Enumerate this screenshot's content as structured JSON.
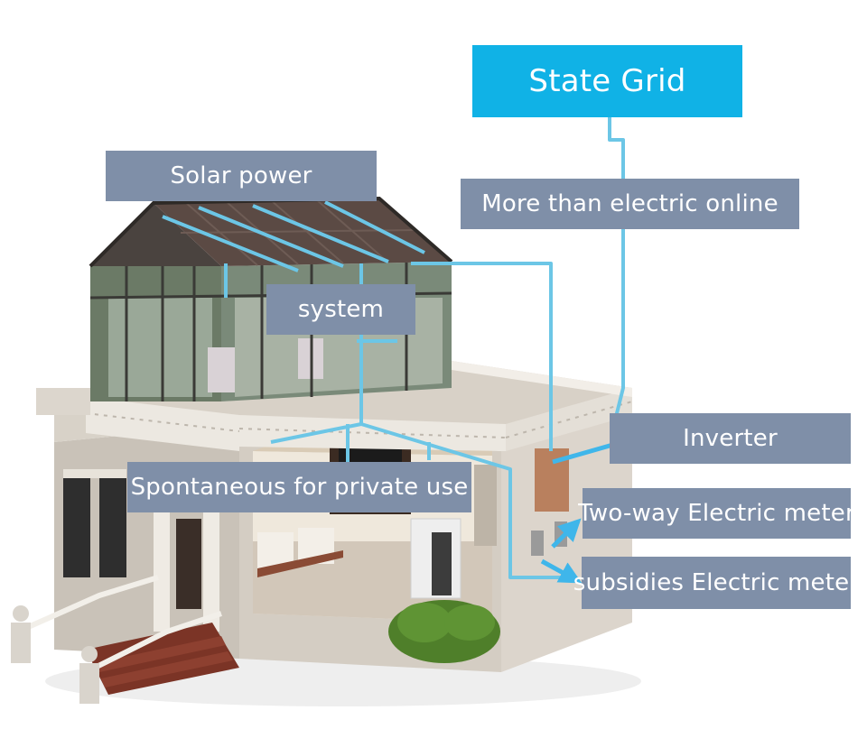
{
  "labels": {
    "state_grid": "State Grid",
    "solar_power": "Solar power",
    "more_than_electric_online": "More than electric online",
    "system": "system",
    "spontaneous": "Spontaneous for private use",
    "inverter": "Inverter",
    "two_way_meter": "Two-way Electric meter",
    "subsidies_meter": "subsidies Electric meter"
  },
  "colors": {
    "grid_box": "#10b2e6",
    "label_box": "#7f8fa8",
    "flow_line": "#6cc6e6",
    "arrow": "#3fb6ea"
  }
}
